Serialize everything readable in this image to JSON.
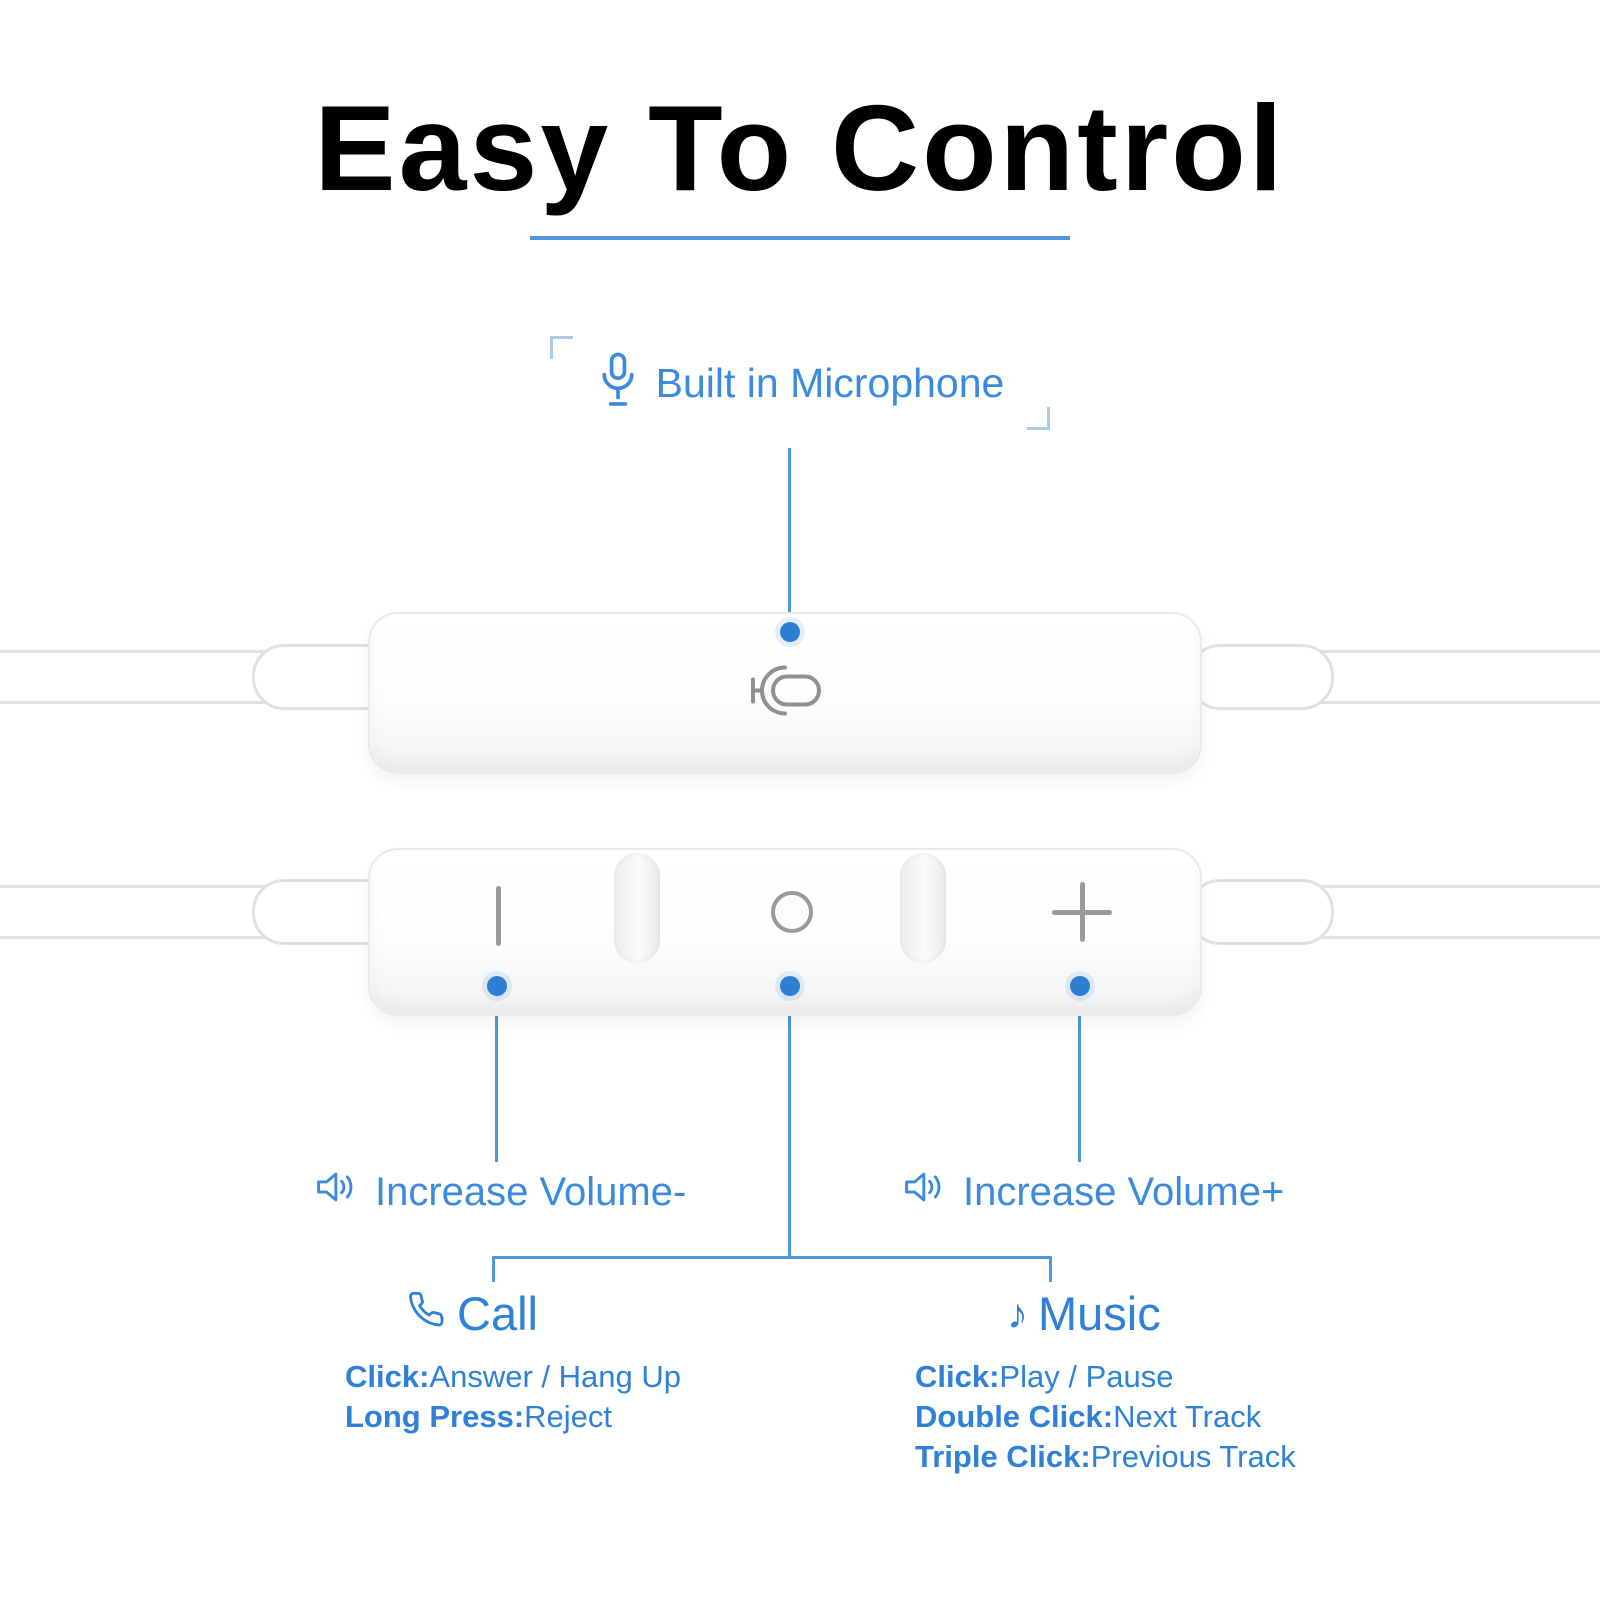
{
  "title": "Easy To Control",
  "microphone_label": "Built in Microphone",
  "volume": {
    "minus_label": "Increase Volume-",
    "plus_label": "Increase Volume+"
  },
  "call": {
    "heading": "Call",
    "items": [
      {
        "action": "Click:",
        "result": "Answer / Hang Up"
      },
      {
        "action": "Long Press:",
        "result": "Reject"
      }
    ]
  },
  "music": {
    "heading": "Music",
    "note_glyph": "♪",
    "items": [
      {
        "action": "Click:",
        "result": "Play / Pause"
      },
      {
        "action": "Double Click:",
        "result": "Next Track"
      },
      {
        "action": "Triple Click:",
        "result": "Previous Track"
      }
    ]
  },
  "remote": {
    "volume_down_symbol": "|",
    "center_button_symbol": "○",
    "volume_up_symbol": "+"
  },
  "colors": {
    "title": "#000000",
    "accent_text": "#3a8ade",
    "callout_line": "#4f96dc",
    "dot": "#2e7fd4",
    "control_gray": "#9a9a9a"
  },
  "icons": {
    "mic_label": "microphone-icon",
    "remote_mic": "microphone-outline-icon",
    "volume": "speaker-icon",
    "call": "phone-icon",
    "music": "music-note-icon"
  }
}
